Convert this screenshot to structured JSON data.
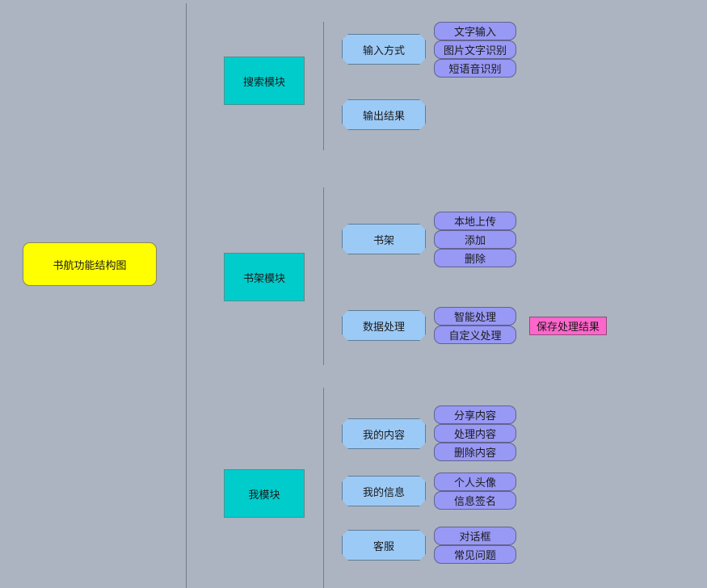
{
  "root": "书航功能结构图",
  "modules": [
    {
      "label": "搜索模块",
      "children": [
        {
          "label": "输入方式",
          "leaves": [
            "文字输入",
            "图片文字识别",
            "短语音识别"
          ]
        },
        {
          "label": "输出结果",
          "leaves": []
        }
      ]
    },
    {
      "label": "书架模块",
      "children": [
        {
          "label": "书架",
          "leaves": [
            "本地上传",
            "添加",
            "删除"
          ]
        },
        {
          "label": "数据处理",
          "leaves": [
            "智能处理",
            "自定义处理"
          ],
          "note": "保存处理结果"
        }
      ]
    },
    {
      "label": "我模块",
      "children": [
        {
          "label": "我的内容",
          "leaves": [
            "分享内容",
            "处理内容",
            "删除内容"
          ]
        },
        {
          "label": "我的信息",
          "leaves": [
            "个人头像",
            "信息签名"
          ]
        },
        {
          "label": "客服",
          "leaves": [
            "对话框",
            "常见问题"
          ]
        }
      ]
    }
  ],
  "colors": {
    "background": "#abb4c0",
    "root": "#ffff00",
    "module": "#00cccc",
    "sub": "#9ccaf7",
    "leaf": "#9898f5",
    "note": "#ff66cc"
  }
}
